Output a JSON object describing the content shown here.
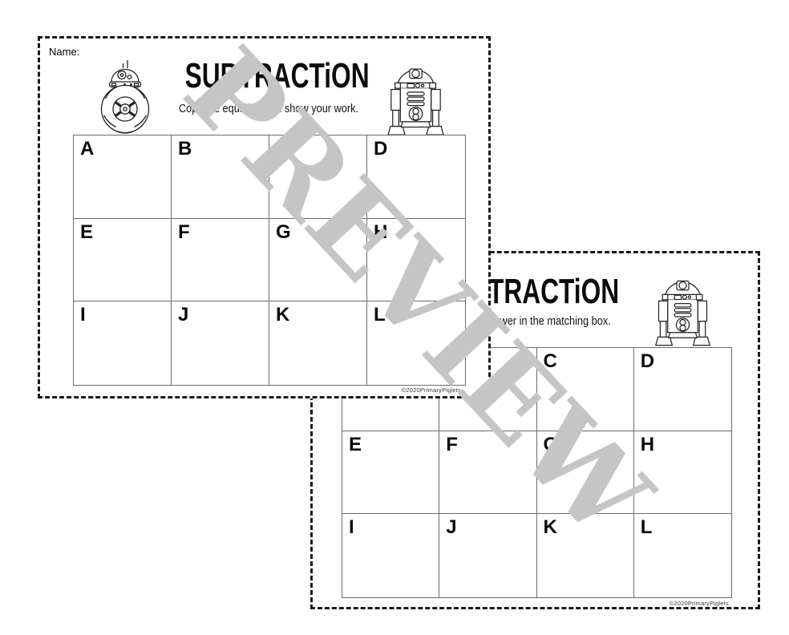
{
  "watermark": {
    "text": "PREVIEW",
    "color": "#c5c5c5"
  },
  "page1": {
    "name_label": "Name:",
    "title": "SUBTRACTiON",
    "subtitle": "Copy the equation and show your work.",
    "left_icon": "bb8-droid",
    "right_icon": "r2d2-droid",
    "grid": {
      "rows": [
        [
          "A",
          "B",
          "",
          "D"
        ],
        [
          "E",
          "F",
          "G",
          "H"
        ],
        [
          "I",
          "J",
          "K",
          "L"
        ]
      ]
    },
    "copyright": "©2020PrimaryPiglets"
  },
  "page2": {
    "title_partial": "TRACTiON",
    "subtitle_partial": "nswer in the matching box.",
    "right_icon": "r2d2-droid",
    "grid": {
      "rows": [
        [
          "",
          "",
          "C",
          "D"
        ],
        [
          "E",
          "F",
          "G",
          "H"
        ],
        [
          "I",
          "J",
          "K",
          "L"
        ]
      ]
    },
    "copyright": "©2020PrimaryPiglets"
  }
}
